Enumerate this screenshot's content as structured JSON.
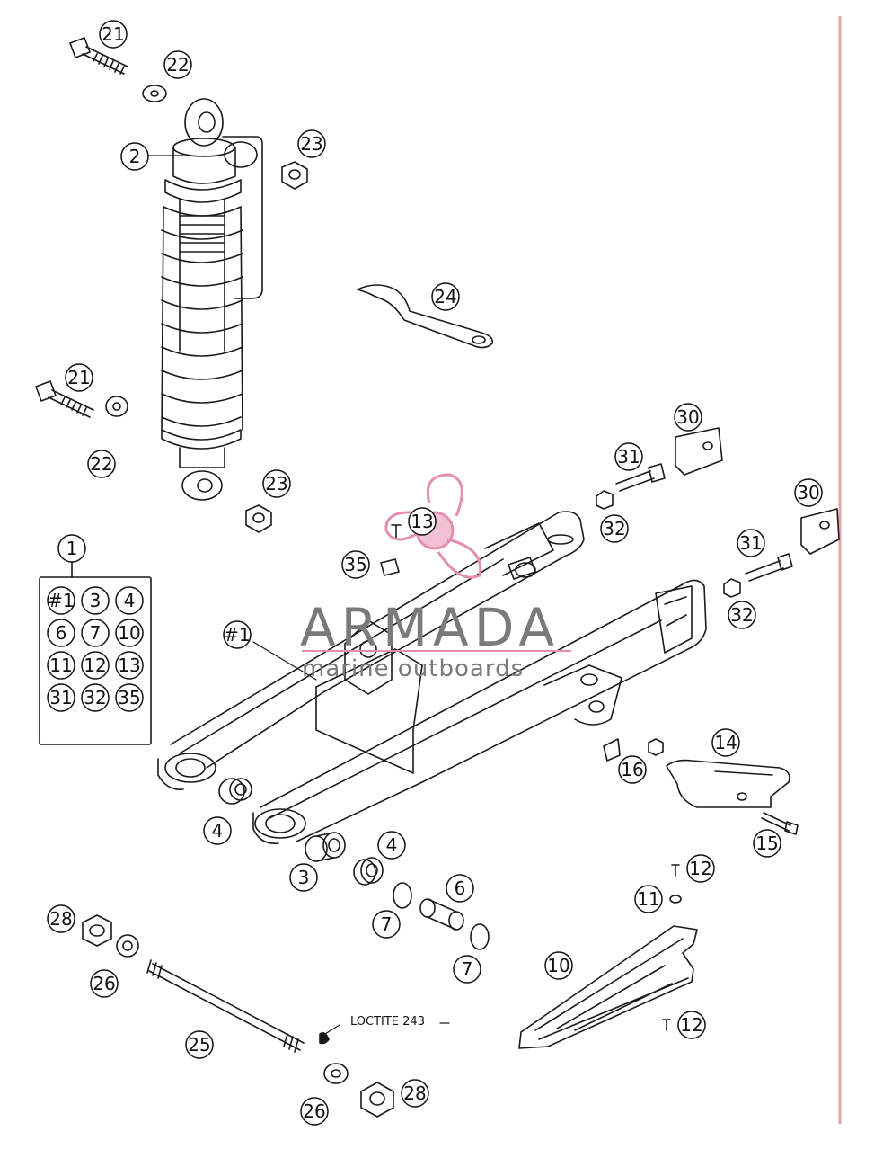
{
  "watermark": {
    "title": "ARMADA",
    "subtitle": "marine outboards"
  },
  "note": {
    "text": "LOCTITE 243"
  },
  "kit": {
    "heading": "1",
    "items": [
      "#1",
      "3",
      "4",
      "6",
      "7",
      "10",
      "11",
      "12",
      "13",
      "31",
      "32",
      "35"
    ]
  },
  "callouts": {
    "n21a": "21",
    "n22a": "22",
    "n2": "2",
    "n23a": "23",
    "n24": "24",
    "n21b": "21",
    "n22b": "22",
    "n23b": "23",
    "n30a": "30",
    "n31a": "31",
    "n32a": "32",
    "n30b": "30",
    "n31b": "31",
    "n32b": "32",
    "n13": "13",
    "n35": "35",
    "n_h1": "#1",
    "n14": "14",
    "n16": "16",
    "n15": "15",
    "n4a": "4",
    "n3": "3",
    "n4b": "4",
    "n6": "6",
    "n7a": "7",
    "n7b": "7",
    "n12a": "12",
    "n11": "11",
    "n10": "10",
    "n12b": "12",
    "n28a": "28",
    "n26a": "26",
    "n25": "25",
    "n26b": "26",
    "n28b": "28"
  },
  "colors": {
    "line": "#1a1a1a",
    "accent": "#e58fb0",
    "border_right": "#e8a0ad",
    "watermark": "#7a7a7a"
  }
}
